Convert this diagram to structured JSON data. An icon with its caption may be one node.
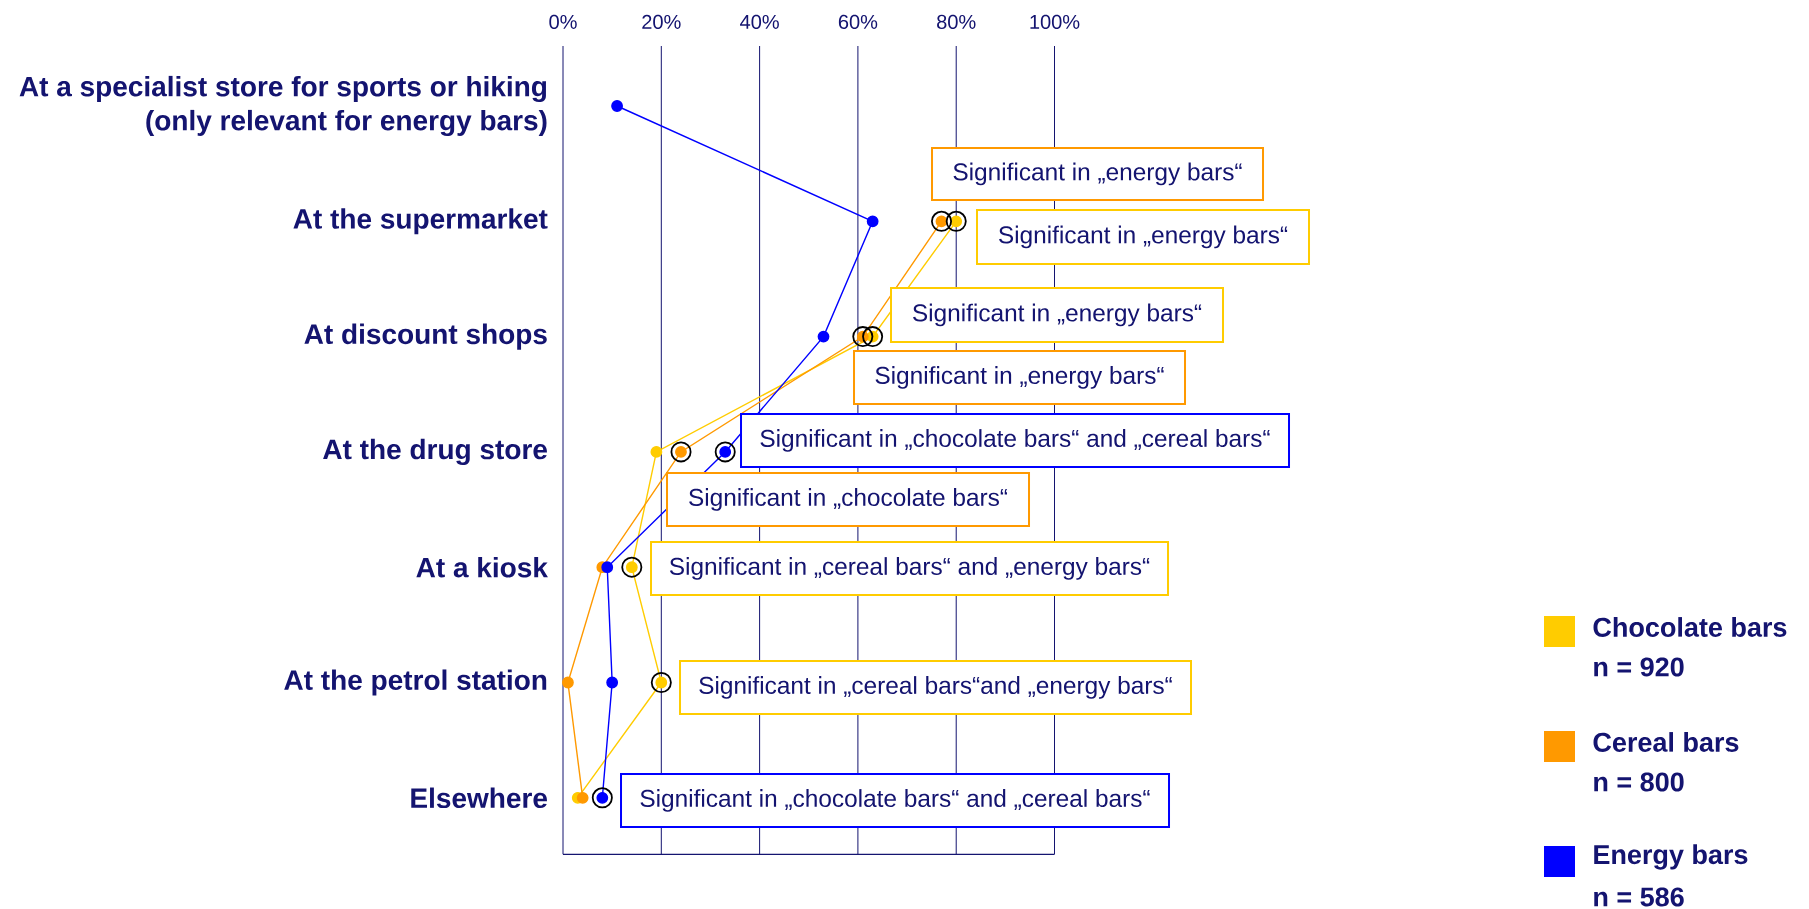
{
  "diagram": {
    "labels": [
      "n = 920",
      "n = 800",
      "n = 586"
    ],
    "legend": [
      {
        "text": "Chocolate bars",
        "color": "#ffcc00"
      },
      {
        "text": "Cereal bars",
        "color": "#ff9900"
      },
      {
        "text": "Energy bars",
        "color": "#0000ff"
      }
    ],
    "chart_data": {
      "type": "line",
      "orientation": "horizontal",
      "categories": [
        "At a specialist store for sports or hiking (only relevant for energy bars)",
        "At the supermarket",
        "At discount shops",
        "At the drug store",
        "At a kiosk",
        "At the petrol station",
        "Elsewhere"
      ],
      "series": [
        {
          "color": "#ffcc00",
          "marker": "circle",
          "values": [
            null,
            80,
            63,
            19,
            14,
            20,
            3
          ]
        },
        {
          "color": "#ff9900",
          "marker": "circle",
          "values": [
            null,
            77,
            61,
            24,
            8,
            1,
            4
          ]
        },
        {
          "color": "#0000ff",
          "marker": "circle",
          "values": [
            11,
            63,
            53,
            33,
            9,
            10,
            8
          ]
        }
      ],
      "xlim": [
        0,
        100
      ],
      "grid": true,
      "xticks": [
        {
          "value": 0,
          "label": "0%"
        },
        {
          "value": 20,
          "label": "20%"
        },
        {
          "value": 40,
          "label": "40%"
        },
        {
          "value": 60,
          "label": "60%"
        },
        {
          "value": 80,
          "label": "80%"
        },
        {
          "value": 100,
          "label": "100%"
        }
      ],
      "annotations": [
        {
          "text": "Significant in „energy bars“",
          "x": 77,
          "y": "At the supermarket"
        },
        {
          "text": "Significant in „energy bars“",
          "x": 80,
          "y": "At the supermarket"
        },
        {
          "text": "Significant in „energy bars“",
          "x": 63,
          "y": "At discount shops"
        },
        {
          "text": "Significant in „energy bars“",
          "x": 61,
          "y": "At discount shops"
        },
        {
          "text": "Significant in „chocolate bars“ and „cereal bars“",
          "x": 33,
          "y": "At the drug store"
        },
        {
          "text": "Significant in „chocolate bars“",
          "x": 24,
          "y": "At the drug store"
        },
        {
          "text": "Significant in „cereal bars“ and „energy bars“",
          "x": 14,
          "y": "At a kiosk"
        },
        {
          "text": "Significant in „cereal bars“and „energy bars“",
          "x": 20,
          "y": "At the petrol station"
        },
        {
          "text": "Significant in „chocolate bars“ and „cereal bars“",
          "x": 8,
          "y": "Elsewhere"
        }
      ]
    }
  }
}
